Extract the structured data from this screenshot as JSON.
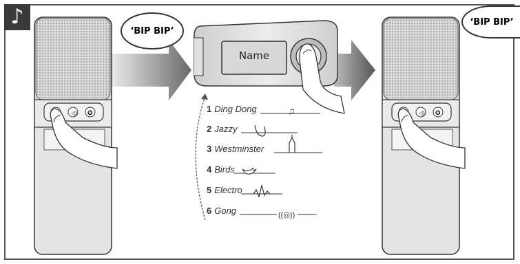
{
  "music_icon": "music-note-icon",
  "left_bubble": "‘BIP BIP’",
  "right_bubble": "‘BIP BIP’",
  "display_text": "Name",
  "melodies": [
    {
      "num": "1",
      "name": "Ding Dong",
      "icon": "notes-icon"
    },
    {
      "num": "2",
      "name": "Jazzy",
      "icon": "saxophone-icon"
    },
    {
      "num": "3",
      "name": "Westminster",
      "icon": "church-icon"
    },
    {
      "num": "4",
      "name": "Birds",
      "icon": "bird-icon"
    },
    {
      "num": "5",
      "name": "Electro",
      "icon": "waveform-icon"
    },
    {
      "num": "6",
      "name": "Gong",
      "icon": "sound-waves-icon"
    }
  ],
  "colors": {
    "arrow_start": "#e8e8e8",
    "arrow_end": "#6f6f6f",
    "device_body": "#dadada",
    "grille": "#cfcfcf",
    "outline": "#333333"
  }
}
